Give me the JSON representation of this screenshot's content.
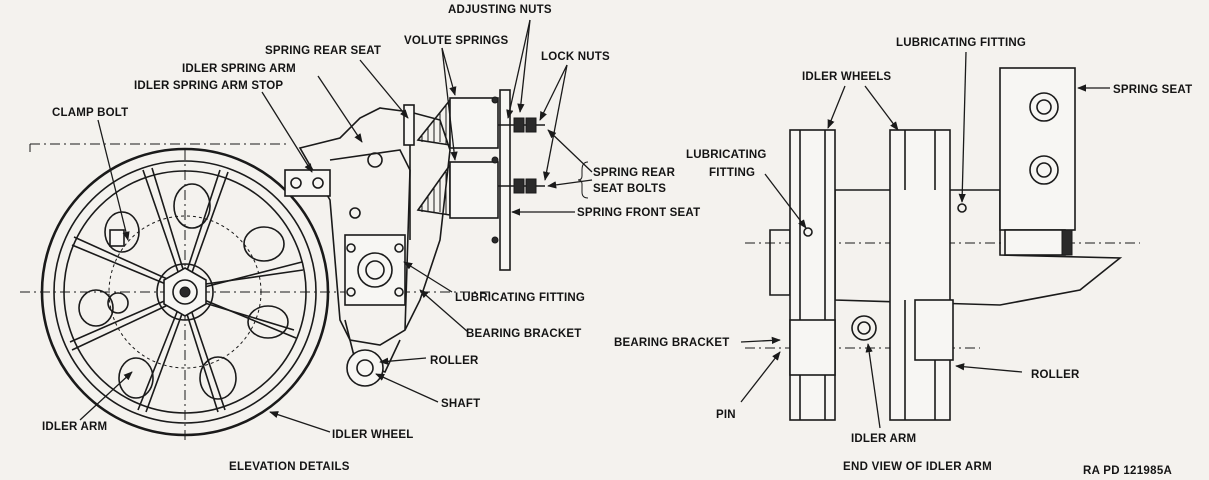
{
  "left_view": {
    "caption": "ELEVATION DETAILS",
    "labels": {
      "adjusting_nuts": "ADJUSTING NUTS",
      "volute_springs": "VOLUTE SPRINGS",
      "spring_rear_seat": "SPRING REAR SEAT",
      "lock_nuts": "LOCK NUTS",
      "idler_spring_arm": "IDLER SPRING ARM",
      "idler_spring_arm_stop": "IDLER SPRING ARM STOP",
      "clamp_bolt": "CLAMP BOLT",
      "spring_rear_seat_bolts_1": "SPRING REAR",
      "spring_rear_seat_bolts_2": "SEAT BOLTS",
      "spring_front_seat": "SPRING FRONT SEAT",
      "lubricating_fitting": "LUBRICATING FITTING",
      "bearing_bracket": "BEARING BRACKET",
      "roller": "ROLLER",
      "shaft": "SHAFT",
      "idler_arm": "IDLER ARM",
      "idler_wheel": "IDLER WHEEL"
    }
  },
  "right_view": {
    "caption": "END VIEW OF IDLER ARM",
    "labels": {
      "lubricating_fitting_top": "LUBRICATING FITTING",
      "idler_wheels": "IDLER WHEELS",
      "spring_seat": "SPRING SEAT",
      "lubricating_fitting_1": "LUBRICATING",
      "lubricating_fitting_2": "FITTING",
      "bearing_bracket": "BEARING BRACKET",
      "roller": "ROLLER",
      "pin": "PIN",
      "idler_arm": "IDLER ARM"
    }
  },
  "reference_code": "RA PD 121985A"
}
